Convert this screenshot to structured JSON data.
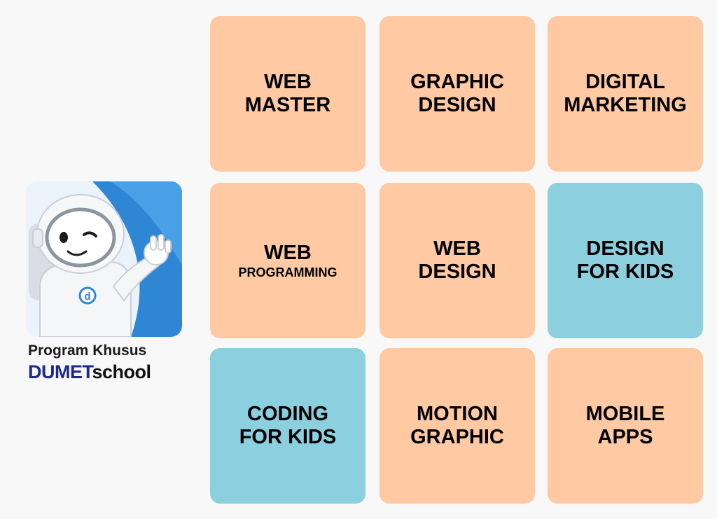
{
  "sidebar": {
    "caption": "Program Khusus",
    "brand": {
      "name": "DUMET",
      "suffix": "school"
    },
    "logo_icon": "astronaut-mascot-icon",
    "logo_letter": "d"
  },
  "colors": {
    "peach": "#ffc9a3",
    "blue": "#8ccfdf",
    "brand_navy": "#1c2a8c",
    "logo_blue": "#2f86d4"
  },
  "programs": [
    {
      "id": "web-master",
      "line1": "WEB",
      "line2": "MASTER",
      "color": "peach"
    },
    {
      "id": "graphic-design",
      "line1": "GRAPHIC",
      "line2": "DESIGN",
      "color": "peach"
    },
    {
      "id": "digital-marketing",
      "line1": "DIGITAL",
      "line2": "MARKETING",
      "color": "peach"
    },
    {
      "id": "web-programming",
      "line1": "WEB",
      "line2": "PROGRAMMING",
      "color": "peach"
    },
    {
      "id": "web-design",
      "line1": "WEB",
      "line2": "DESIGN",
      "color": "peach"
    },
    {
      "id": "design-for-kids",
      "line1": "DESIGN",
      "line2": "FOR KIDS",
      "color": "blue"
    },
    {
      "id": "coding-for-kids",
      "line1": "CODING",
      "line2": "FOR KIDS",
      "color": "blue"
    },
    {
      "id": "motion-graphic",
      "line1": "MOTION",
      "line2": "GRAPHIC",
      "color": "peach"
    },
    {
      "id": "mobile-apps",
      "line1": "MOBILE",
      "line2": "APPS",
      "color": "peach"
    }
  ]
}
